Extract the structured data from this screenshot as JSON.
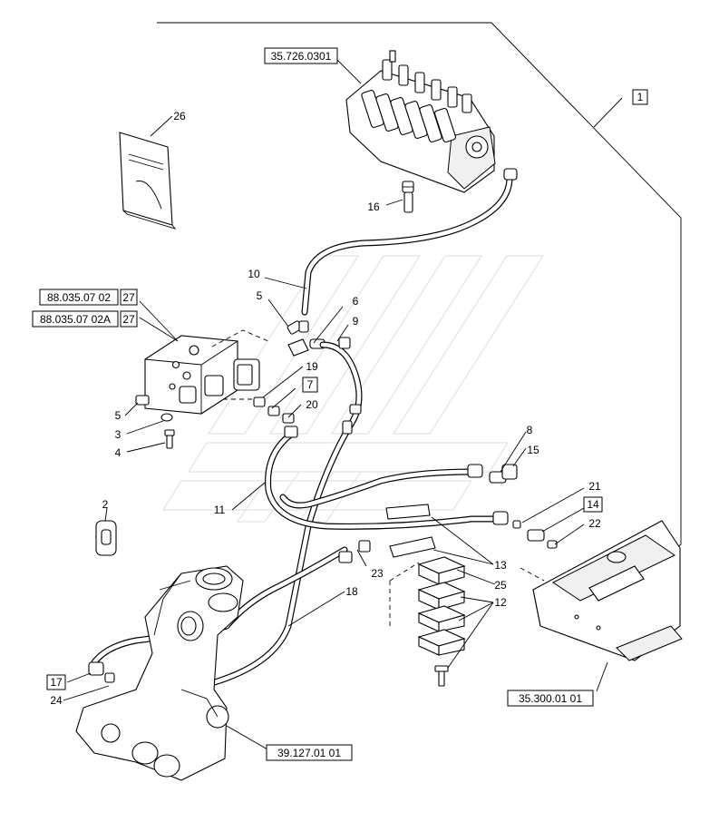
{
  "callouts": {
    "n1": "1",
    "n2": "2",
    "n3": "3",
    "n4": "4",
    "n5a": "5",
    "n5b": "5",
    "n6": "6",
    "n7": "7",
    "n8": "8",
    "n9": "9",
    "n10": "10",
    "n11": "11",
    "n12": "12",
    "n13": "13",
    "n14": "14",
    "n15": "15",
    "n16": "16",
    "n17": "17",
    "n18": "18",
    "n19": "19",
    "n20": "20",
    "n21": "21",
    "n22": "22",
    "n23": "23",
    "n24": "24",
    "n25": "25",
    "n26": "26"
  },
  "references": {
    "control_valve": "35.726.0301",
    "valve_block_1": "88.035.07 02",
    "valve_block_2": "88.035.07 02A",
    "valve_block_qty": "27",
    "tank": "35.300.01 01",
    "loader_frame": "39.127.01 01"
  },
  "manual_title": "RECOMMENDED INSTALLATION INSTRUCTIONS"
}
